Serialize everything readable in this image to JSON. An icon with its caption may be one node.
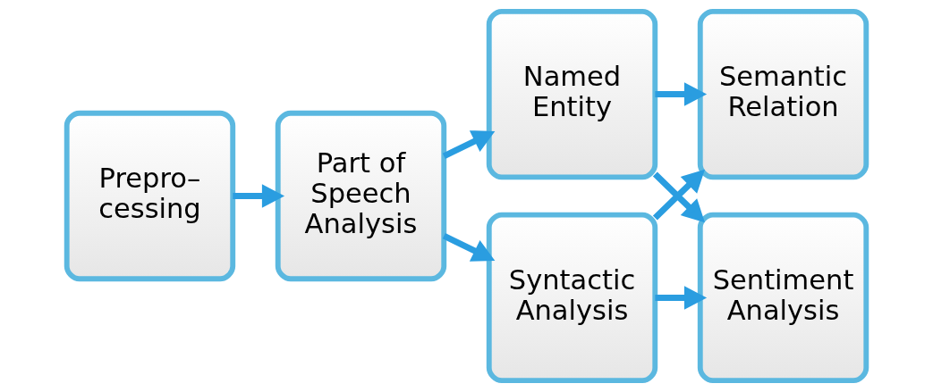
{
  "diagram": {
    "nodes": [
      {
        "text": [
          "Prepro– cessing"
        ]
      },
      {
        "text": [
          "Part of Speech Analysis"
        ]
      },
      {
        "text": [
          "Named Entity"
        ]
      },
      {
        "text": [
          "Syntactic Analysis"
        ]
      },
      {
        "text": [
          "Semantic Relation"
        ]
      },
      {
        "text": [
          "Sentiment Analysis"
        ]
      }
    ],
    "edges": [
      {
        "from": 0,
        "to": 1,
        "arrow": "to"
      },
      {
        "from": 1,
        "to": 2,
        "arrow": "to"
      },
      {
        "from": 1,
        "to": 3,
        "arrow": "to"
      },
      {
        "from": 2,
        "to": 4,
        "arrow": "to"
      },
      {
        "from": 3,
        "to": 4,
        "arrow": "to"
      },
      {
        "from": 2,
        "to": 5,
        "arrow": "to"
      },
      {
        "from": 3,
        "to": 5,
        "arrow": "to"
      }
    ]
  }
}
